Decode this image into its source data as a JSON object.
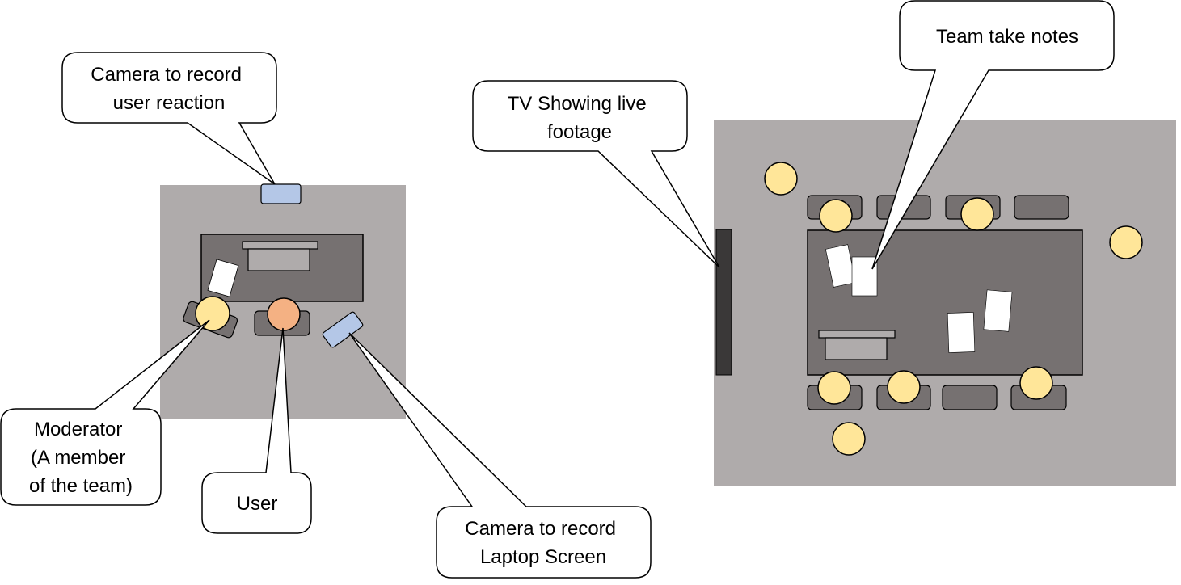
{
  "callouts": {
    "camera_user_reaction": [
      "Camera to record",
      "user reaction"
    ],
    "moderator": [
      "Moderator",
      "(A member",
      "of the team)"
    ],
    "user": [
      "User"
    ],
    "camera_laptop_screen": [
      "Camera to record",
      "Laptop Screen"
    ],
    "tv_live_footage": [
      "TV Showing live",
      "footage"
    ],
    "team_take_notes": [
      "Team take notes"
    ]
  },
  "colors": {
    "room_floor": "#afabab",
    "table": "#767171",
    "chair": "#767171",
    "laptop": "#afabab",
    "paper": "#ffffff",
    "team_member": "#ffe699",
    "user": "#f4b183",
    "camera": "#b4c7e7",
    "tv": "#3a3838",
    "stroke": "#000000"
  },
  "icons": {
    "team_member": "person-circle",
    "user": "person-circle",
    "camera": "camera-rect",
    "tv": "tv-rect",
    "laptop": "laptop-shape",
    "paper": "note-sheet"
  }
}
